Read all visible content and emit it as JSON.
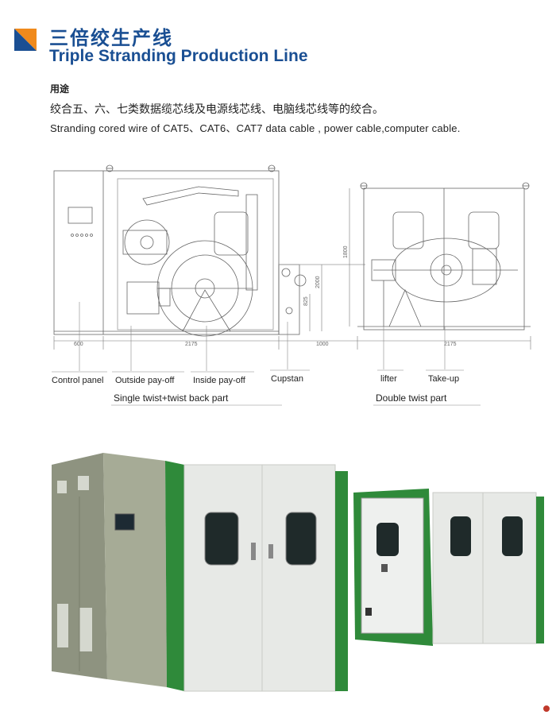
{
  "header": {
    "title_cn": "三倍绞生产线",
    "title_en": "Triple Stranding Production Line",
    "logo_icon": "blue-orange-square-logo",
    "accent_color": "#1a4f93",
    "logo_colors": [
      "#1a4f93",
      "#f08a1c"
    ]
  },
  "usage": {
    "heading": "用途",
    "description_cn": "绞合五、六、七类数据缆芯线及电源线芯线、电脑线芯线等的绞合。",
    "description_en": "Stranding cored wire of  CAT5、CAT6、CAT7 data cable , power cable,computer cable."
  },
  "drawing": {
    "dimensions": {
      "d600": "600",
      "d2175a": "2175",
      "d1000": "1000",
      "d2175b": "2175",
      "h2000": "2000",
      "h825": "825",
      "h1800": "1800"
    },
    "labels": {
      "control_panel": "Control panel",
      "outside_payoff": "Outside pay-off",
      "inside_payoff": "Inside pay-off",
      "cupstan": "Cupstan",
      "lifter": "lifter",
      "takeup": "Take-up"
    },
    "groups": {
      "single_twist": "Single twist+twist back part",
      "double_twist": "Double twist part"
    }
  },
  "photo": {
    "machine_colors": [
      "#9ca08a",
      "#e7e9e6",
      "#2f8a3a"
    ]
  }
}
